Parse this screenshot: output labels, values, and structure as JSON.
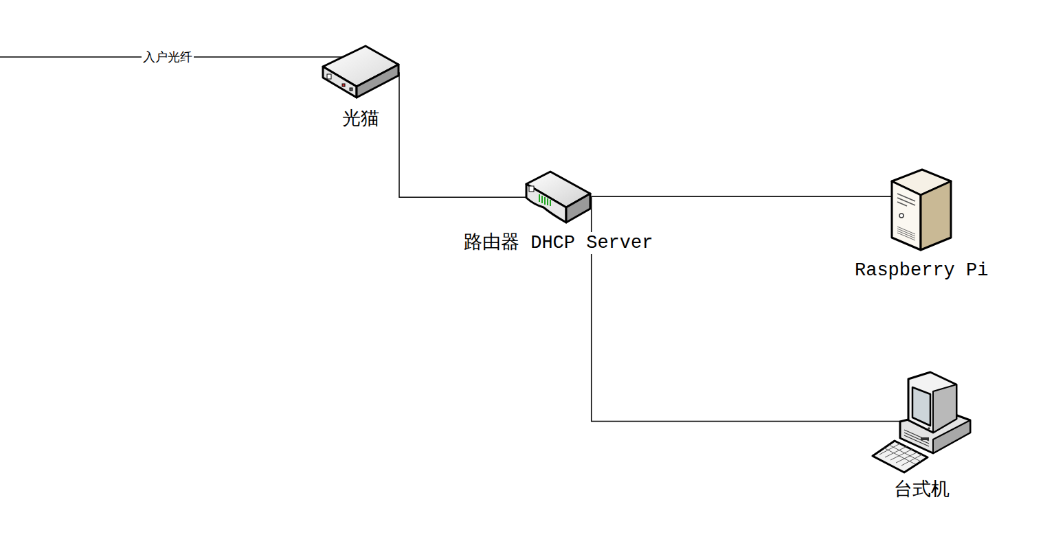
{
  "diagram": {
    "nodes": [
      {
        "text": [
          "光猫"
        ]
      },
      {
        "text": [
          "路由器 DHCP Server"
        ]
      },
      {
        "text": [
          "Raspberry Pi"
        ]
      },
      {
        "text": [
          "台式机"
        ]
      }
    ],
    "edges": [
      {
        "from": 0,
        "to": 1,
        "arrow": "none"
      },
      {
        "from": 1,
        "to": 2,
        "arrow": "none"
      },
      {
        "from": 1,
        "to": 3,
        "arrow": "none"
      }
    ],
    "labels": [
      "入户光纤"
    ]
  }
}
